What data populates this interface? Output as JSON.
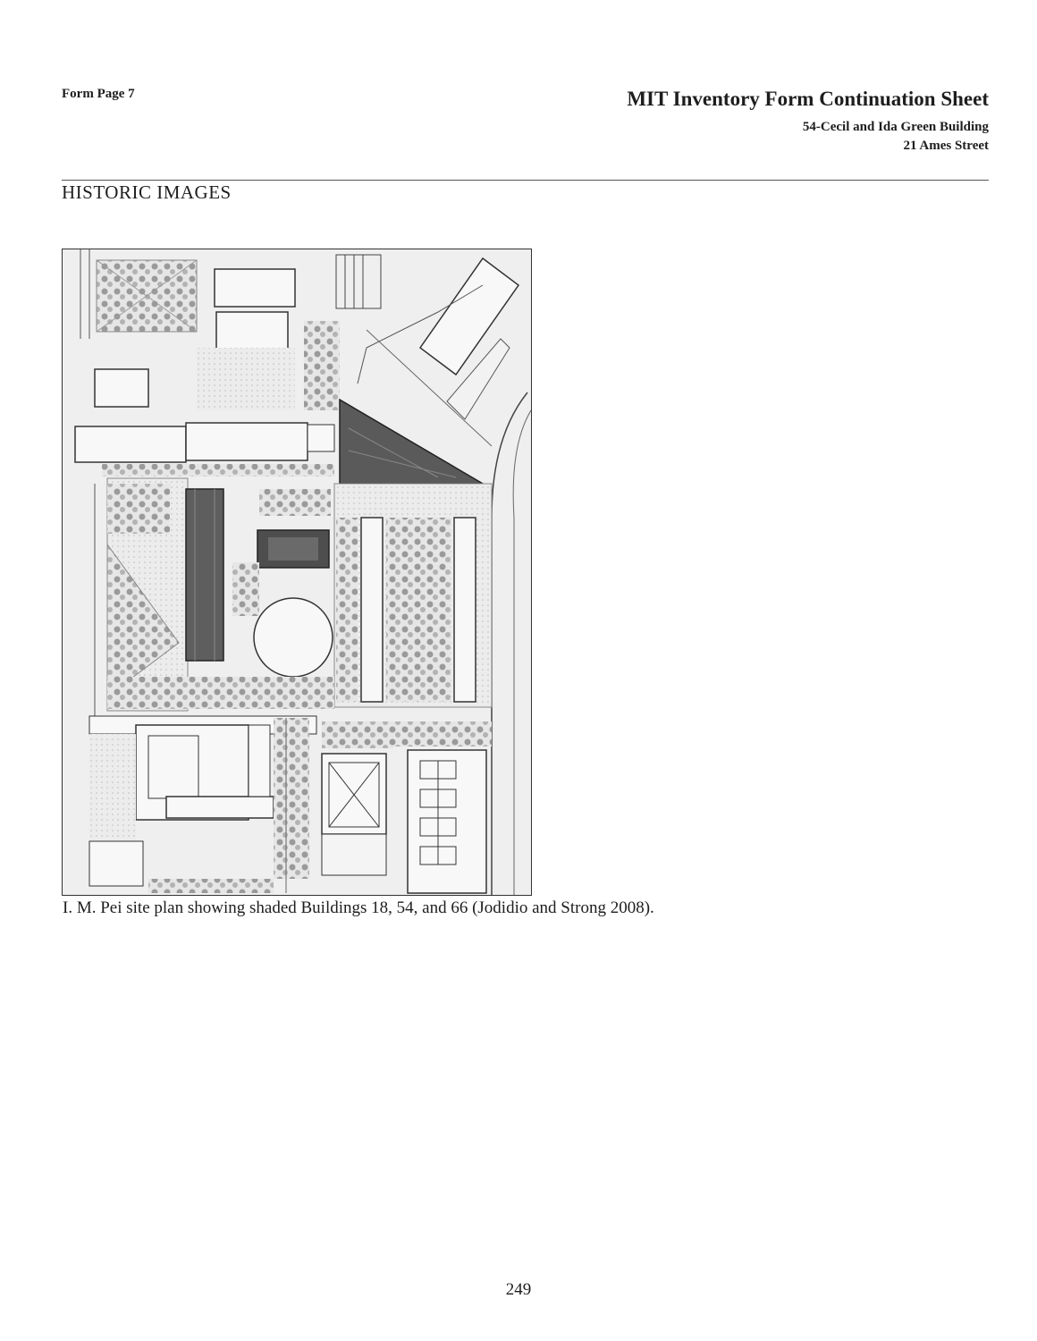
{
  "header": {
    "form_page": "Form Page 7",
    "sheet_title": "MIT Inventory Form Continuation Sheet",
    "building_name": "54-Cecil and Ida Green Building",
    "street": "21 Ames Street"
  },
  "section": {
    "title": "HISTORIC IMAGES"
  },
  "figure": {
    "description_icon": "site-plan-drawing",
    "caption": "I. M. Pei site plan showing shaded Buildings 18, 54, and 66 (Jodidio and Strong 2008)."
  },
  "footer": {
    "page_number": "249"
  }
}
